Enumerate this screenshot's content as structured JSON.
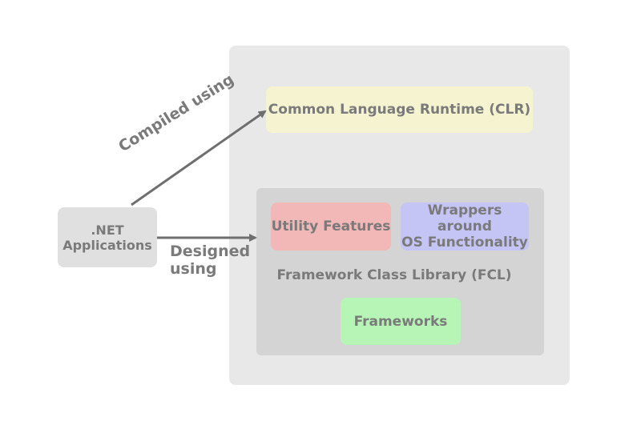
{
  "colors": {
    "outer": "#e8e8e8",
    "clr": "#f6f3d0",
    "fcl": "#d4d4d4",
    "utility": "#f2b7b7",
    "wrappers": "#c4c4f5",
    "frameworks": "#b7f5b7",
    "net": "#e0e0e0",
    "text": "#7a7a7a",
    "arrow": "#6f6f6f"
  },
  "clr": {
    "label": "Common Language Runtime (CLR)"
  },
  "fcl": {
    "label": "Framework Class Library (FCL)",
    "utility": "Utility Features",
    "wrappers_line1": "Wrappers around",
    "wrappers_line2": "OS Functionality",
    "frameworks": "Frameworks"
  },
  "net": {
    "line1": ".NET",
    "line2": "Applications"
  },
  "edges": {
    "compiled": "Compiled using",
    "designed_line1": "Designed",
    "designed_line2": "using"
  }
}
